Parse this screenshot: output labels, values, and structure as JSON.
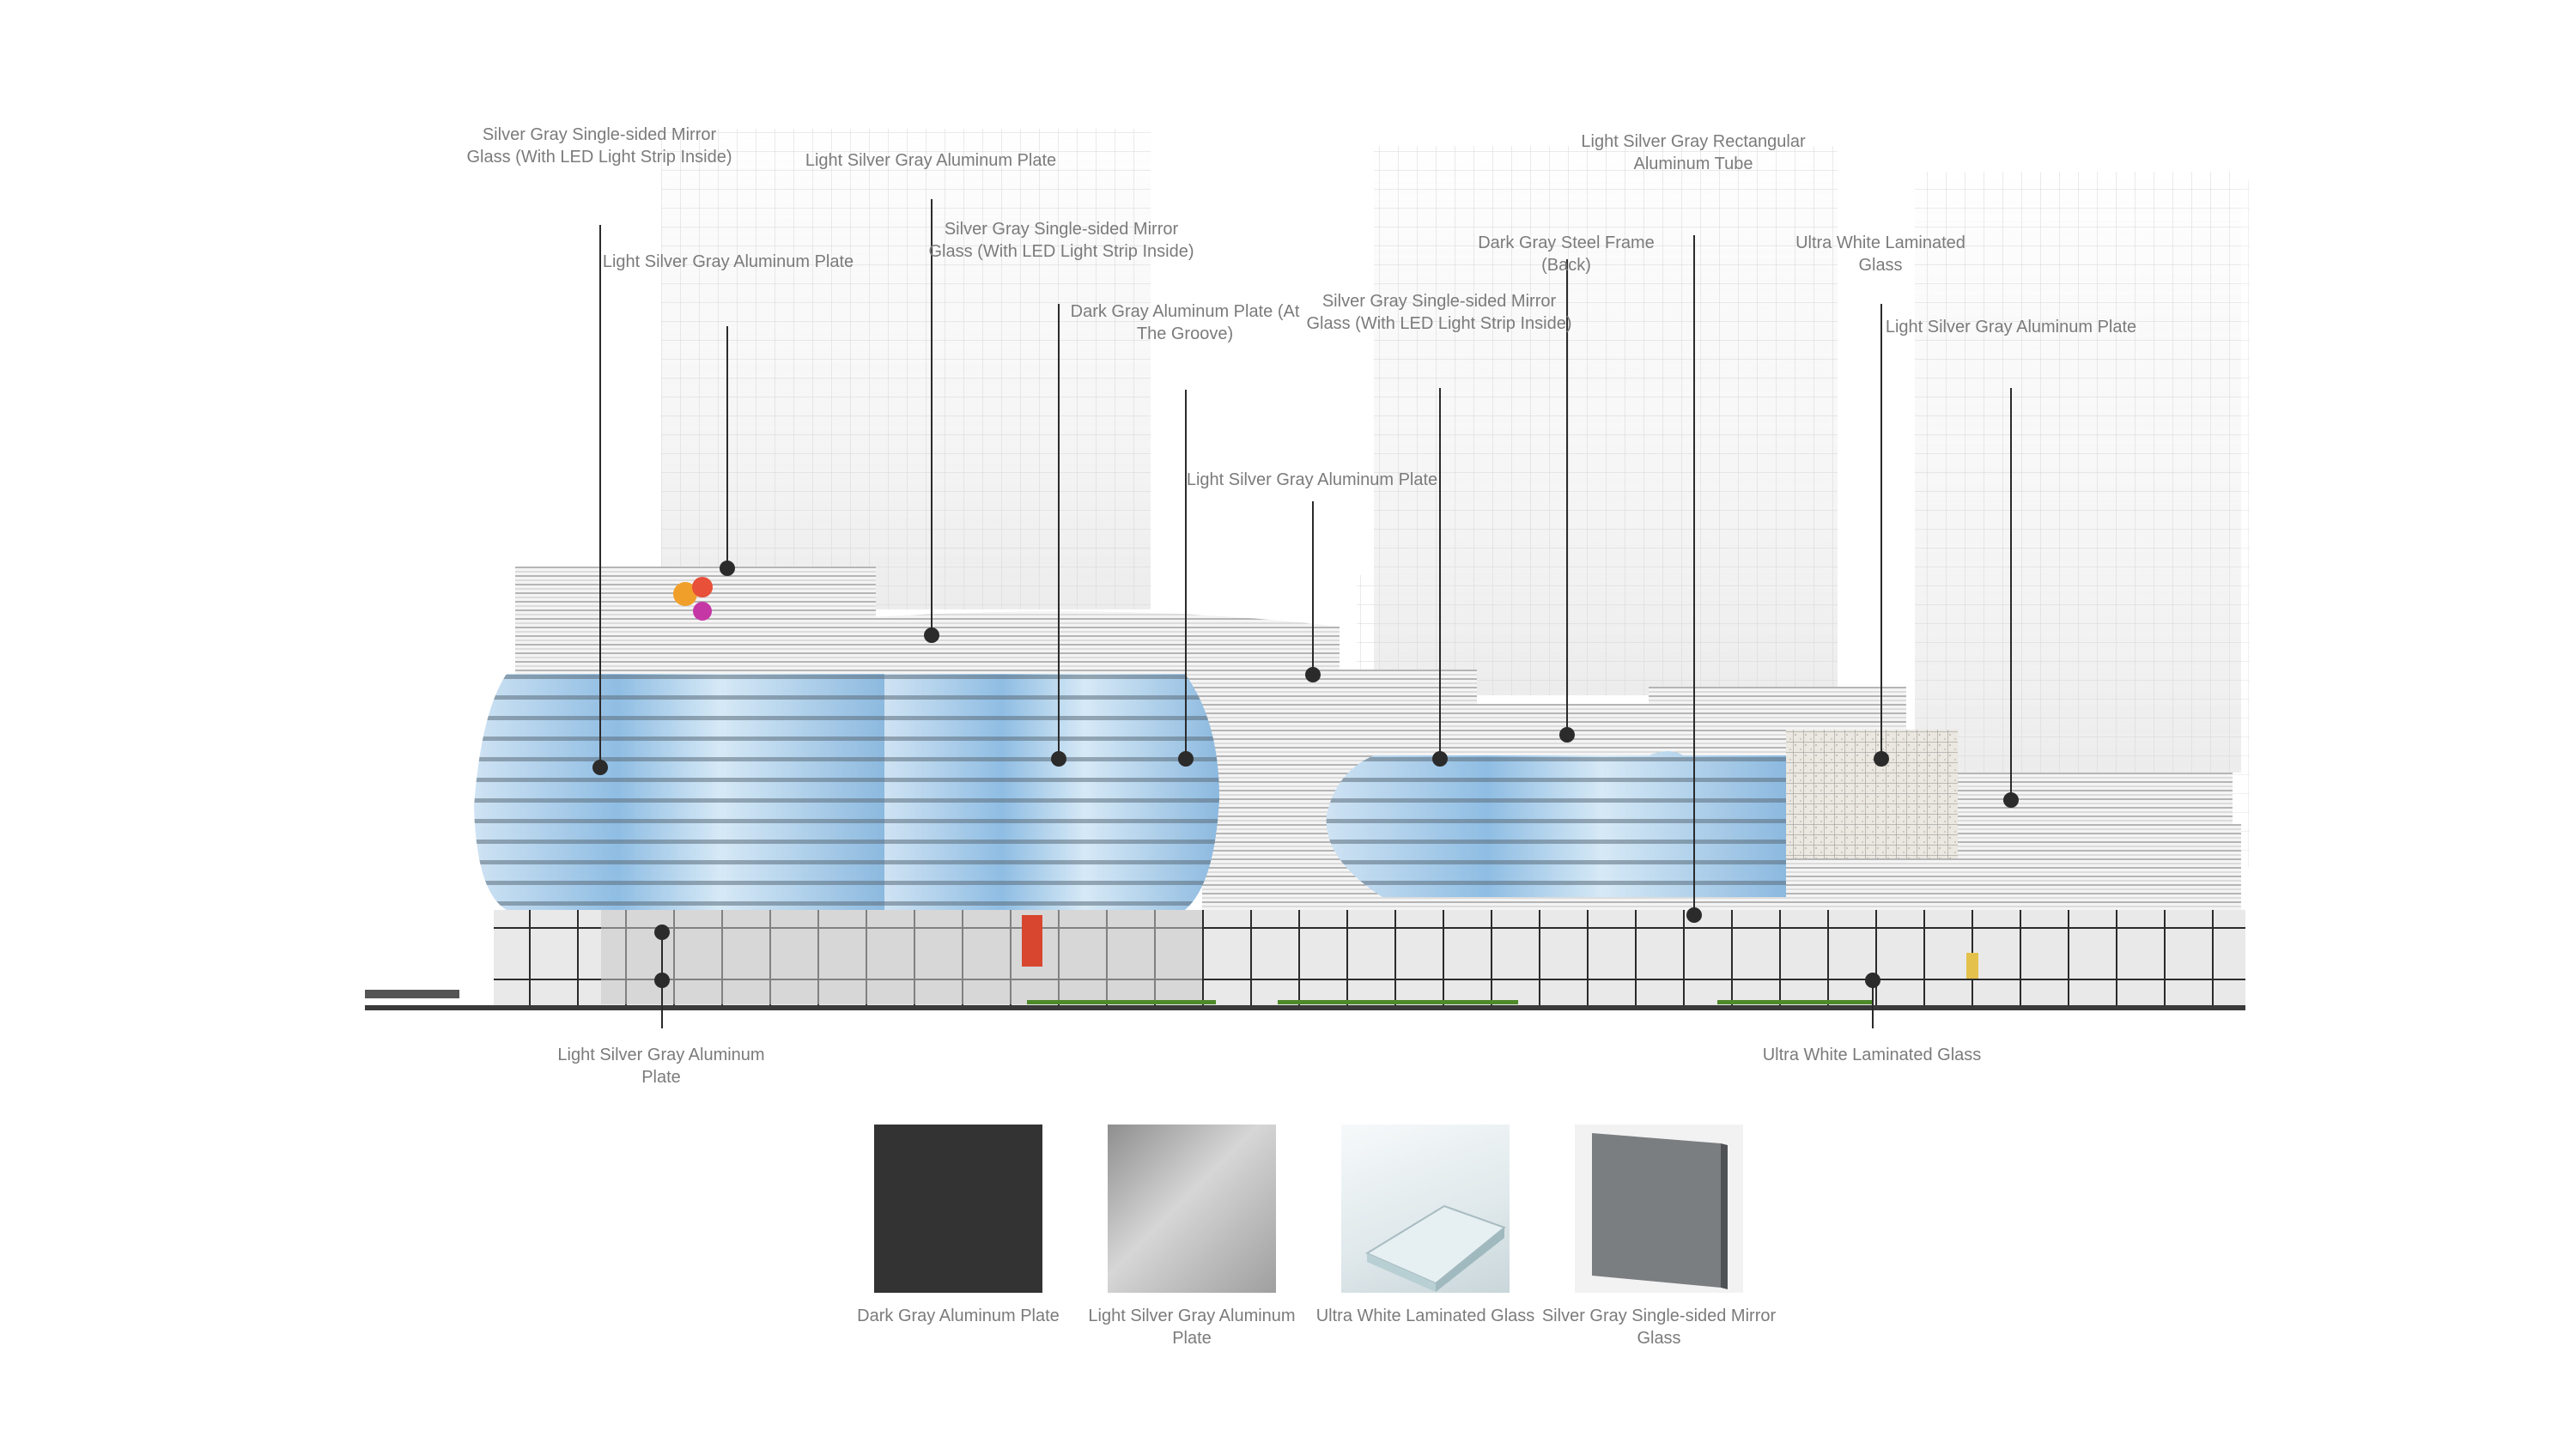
{
  "callouts_top": [
    {
      "id": "c1",
      "text": "Silver Gray Single-sided Mirror Glass (With LED Light Strip Inside)"
    },
    {
      "id": "c2",
      "text": "Light Silver Gray Aluminum Plate"
    },
    {
      "id": "c3",
      "text": "Light Silver Gray Aluminum Plate"
    },
    {
      "id": "c4",
      "text": "Silver Gray Single-sided Mirror Glass (With LED Light Strip Inside)"
    },
    {
      "id": "c5",
      "text": "Dark Gray Aluminum Plate (At The Groove)"
    },
    {
      "id": "c6",
      "text": "Light Silver Gray Aluminum Plate"
    },
    {
      "id": "c7",
      "text": "Silver Gray Single-sided Mirror Glass (With LED Light Strip Inside)"
    },
    {
      "id": "c8",
      "text": "Dark Gray Steel Frame (Back)"
    },
    {
      "id": "c9",
      "text": "Light Silver Gray Rectangular Aluminum Tube"
    },
    {
      "id": "c10",
      "text": "Ultra White Laminated Glass"
    },
    {
      "id": "c11",
      "text": "Light Silver Gray Aluminum Plate"
    }
  ],
  "callouts_bottom": [
    {
      "id": "b1",
      "text": "Light Silver Gray Aluminum Plate"
    },
    {
      "id": "b2",
      "text": "Ultra White Laminated Glass"
    }
  ],
  "swatches": [
    {
      "id": "s1",
      "caption": "Dark Gray Aluminum Plate",
      "color": "#333333"
    },
    {
      "id": "s2",
      "caption": "Light Silver Gray Aluminum Plate",
      "color": "#b3b3b3"
    },
    {
      "id": "s3",
      "caption": "Ultra White Laminated Glass",
      "color": "#e8eef0"
    },
    {
      "id": "s4",
      "caption": "Silver Gray Single-sided Mirror Glass",
      "color": "#7b7e80"
    }
  ],
  "colors": {
    "label_text": "#7b7b7b",
    "leader": "#2b2b2b",
    "mirror_glass": "#a9cdea",
    "aluminum": "#d9d9d9",
    "ground": "#3a3a3a",
    "grass": "#4e8a2a"
  }
}
